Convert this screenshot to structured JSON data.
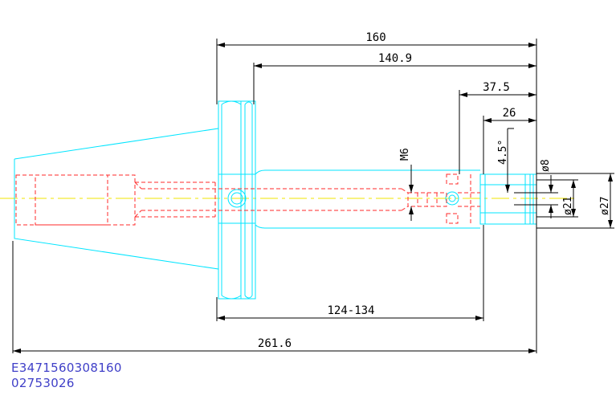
{
  "dimensions": {
    "overall_160": "160",
    "length_140_9": "140.9",
    "length_37_5": "37.5",
    "length_26": "26",
    "thread": "M6",
    "angle": "4.5°",
    "dia_8": "ø8",
    "dia_21": "ø21",
    "dia_27": "ø27",
    "range": "124-134",
    "total": "261.6"
  },
  "part_codes": {
    "line1": "E3471560308160",
    "line2": "02753026"
  },
  "colors": {
    "outline": "#00e5ff",
    "hidden": "#ff2a2a",
    "center": "#f2e600",
    "dimension": "#000000",
    "code_text": "#4040c8"
  }
}
